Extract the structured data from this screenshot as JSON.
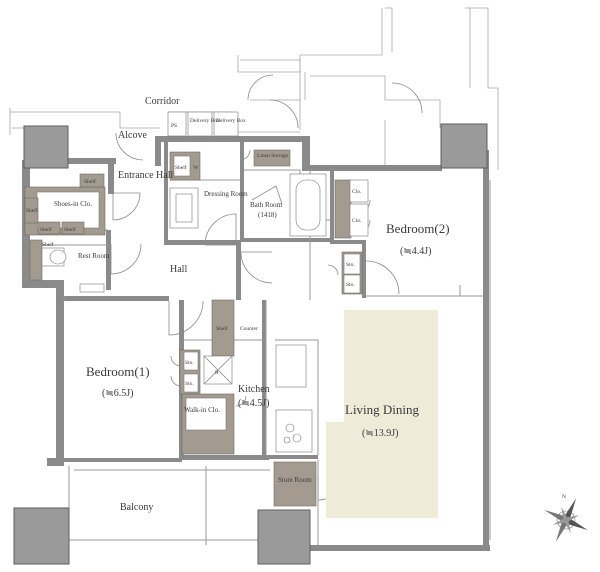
{
  "rooms": {
    "corridor": "Corridor",
    "alcove": "Alcove",
    "ps": "PS",
    "delivery_box_1": "Delivery Box",
    "delivery_box_2": "Delivery Box",
    "linen_storage": "Linen Storage",
    "entrance_hall": "Entrance Hall",
    "shoes_in_clo": "Shoes-in Clo.",
    "shelf_shoes_top": "Shelf",
    "shelf_shoes_left": "Shelf",
    "shelf_shoes_b1": "Shelf",
    "shelf_shoes_b2": "Shelf",
    "shelf_rest": "Shelf",
    "rest_room": "Rest Room",
    "shelf_dressing": "Shelf",
    "w_dressing": "W",
    "dressing_room": "Dressing Room",
    "bath_room": "Bath Room",
    "bath_size": "(1418)",
    "hall": "Hall",
    "bedroom2": "Bedroom(2)",
    "bedroom2_size": "(≒4.4J)",
    "clo_1": "Clo.",
    "clo_2": "Clo.",
    "sto_br2_1": "Sto.",
    "sto_br2_2": "Sto.",
    "shelf_counter": "Shelf",
    "counter": "Counter",
    "bedroom1": "Bedroom(1)",
    "bedroom1_size": "(≒6.5J)",
    "sto_br1_1": "Sto.",
    "sto_br1_2": "Sto.",
    "r": "R",
    "kitchen": "Kitchen",
    "kitchen_size": "(≒4.5J)",
    "walk_in_clo": "Walk-in Clo.",
    "living_dining": "Living Dining",
    "living_dining_size": "(≒13.9J)",
    "store_room": "Store Room",
    "balcony": "Balcony"
  },
  "compass": {
    "north_label": "N"
  },
  "colors": {
    "wall": "#8a8a8a",
    "storage": "#a39b90",
    "living_floor": "#eeebd9",
    "text": "#3a3a3a"
  }
}
